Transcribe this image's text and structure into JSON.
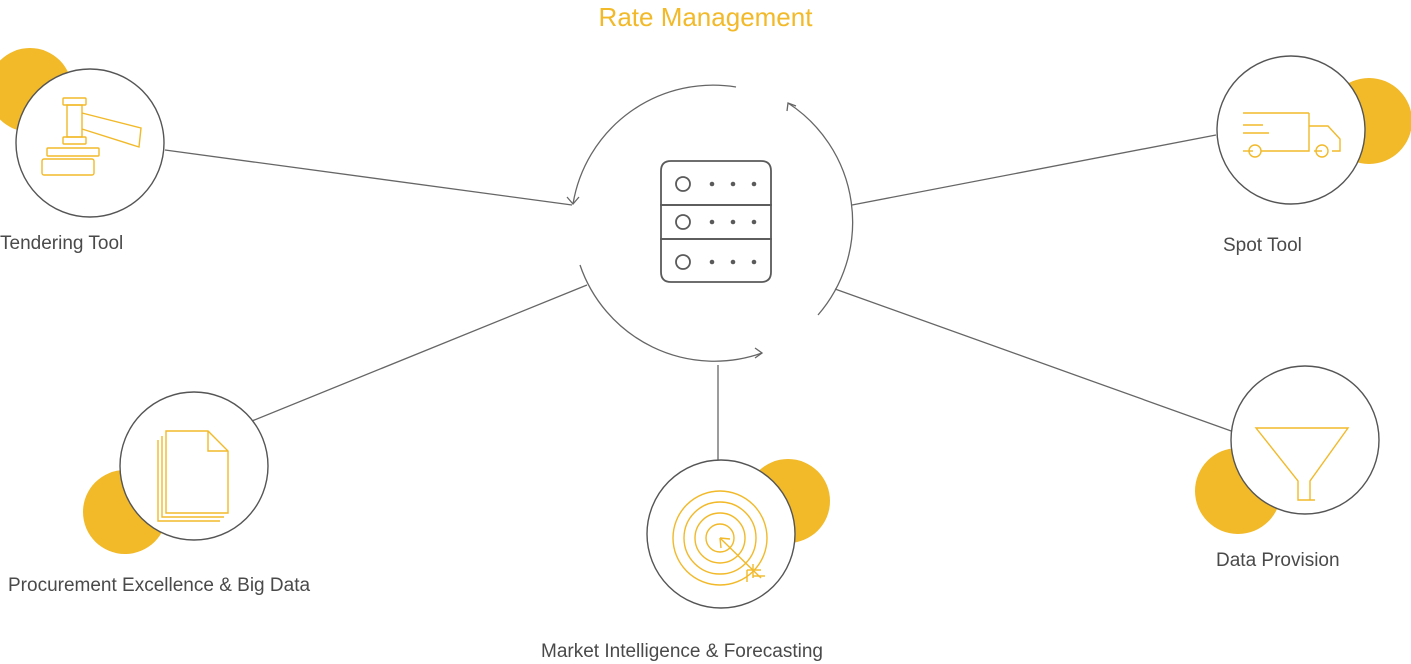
{
  "title": "Rate Management",
  "hub": {
    "icon": "server-icon"
  },
  "nodes": [
    {
      "id": "tendering",
      "label": "Tendering Tool",
      "icon": "gavel-icon"
    },
    {
      "id": "spot",
      "label": "Spot Tool",
      "icon": "truck-icon"
    },
    {
      "id": "procurement",
      "label": "Procurement Excellence & Big Data",
      "icon": "documents-icon"
    },
    {
      "id": "market",
      "label": "Market Intelligence & Forecasting",
      "icon": "target-icon"
    },
    {
      "id": "data",
      "label": "Data Provision",
      "icon": "funnel-icon"
    }
  ],
  "colors": {
    "accent": "#f2b928",
    "line": "#555555",
    "text": "#4a4a4a"
  }
}
